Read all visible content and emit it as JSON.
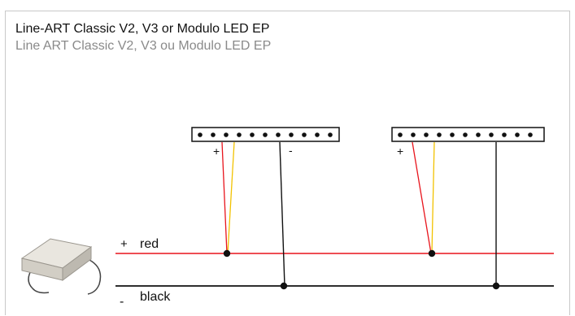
{
  "title": "Line-ART Classic V2, V3 or Modulo LED EP",
  "subtitle": "Line ART Classic V2, V3 ou Modulo LED EP",
  "wires": {
    "plus_symbol": "+",
    "plus_label": "red",
    "minus_symbol": "-",
    "minus_label": "black"
  },
  "connectors": [
    {
      "plus": "+",
      "minus": "-"
    },
    {
      "plus": "+"
    }
  ],
  "colors": {
    "red": "#e8141c",
    "yellow": "#f2c200",
    "black": "#111111"
  },
  "icons": [
    "led-driver-icon",
    "led-connector-strip-icon"
  ]
}
